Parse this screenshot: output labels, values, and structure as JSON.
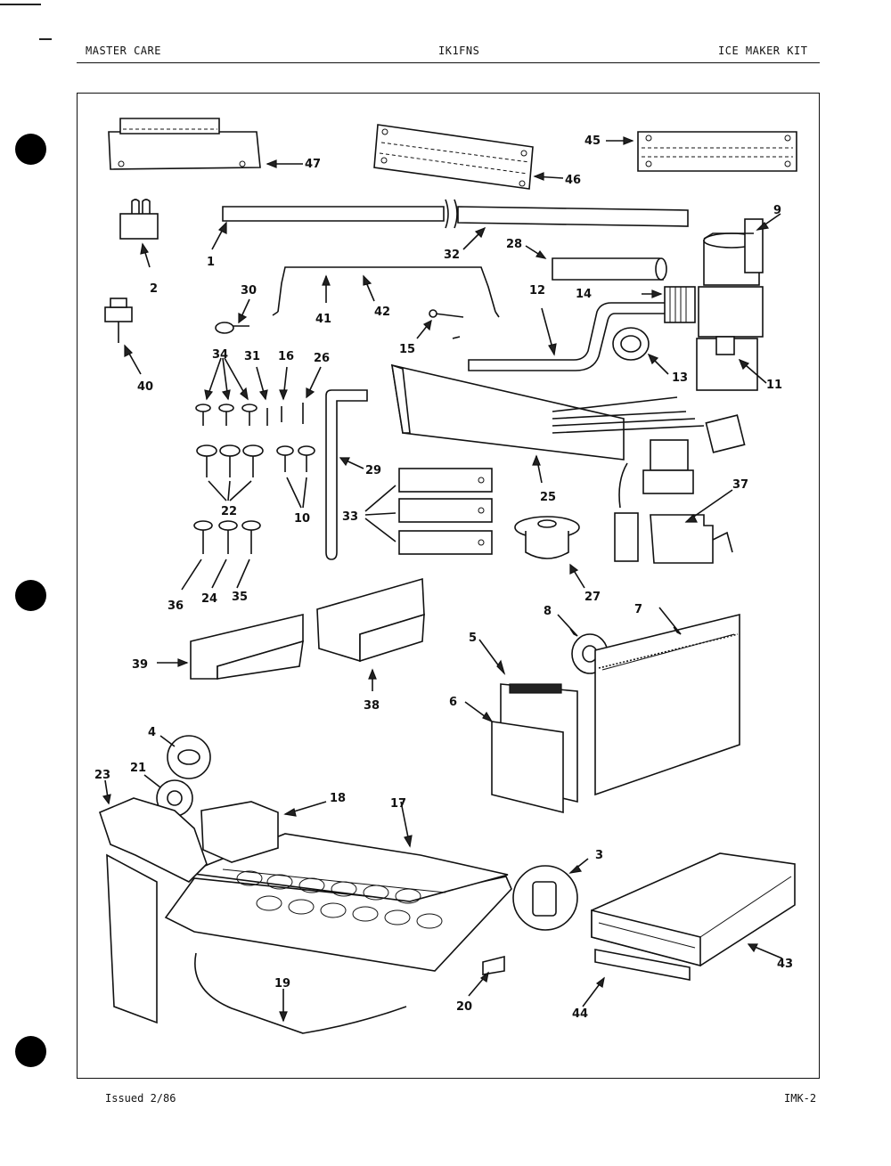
{
  "header": {
    "left": "MASTER CARE",
    "center": "IK1FNS",
    "right": "ICE MAKER KIT"
  },
  "footer": {
    "issued": "Issued 2/86",
    "page_code": "IMK-2"
  },
  "callouts": [
    "1",
    "2",
    "3",
    "4",
    "5",
    "6",
    "7",
    "8",
    "9",
    "10",
    "11",
    "12",
    "13",
    "14",
    "15",
    "16",
    "17",
    "18",
    "19",
    "20",
    "21",
    "22",
    "23",
    "24",
    "25",
    "26",
    "27",
    "28",
    "29",
    "30",
    "31",
    "32",
    "33",
    "34",
    "35",
    "36",
    "37",
    "38",
    "39",
    "40",
    "41",
    "42",
    "43",
    "44",
    "45",
    "46",
    "47"
  ]
}
